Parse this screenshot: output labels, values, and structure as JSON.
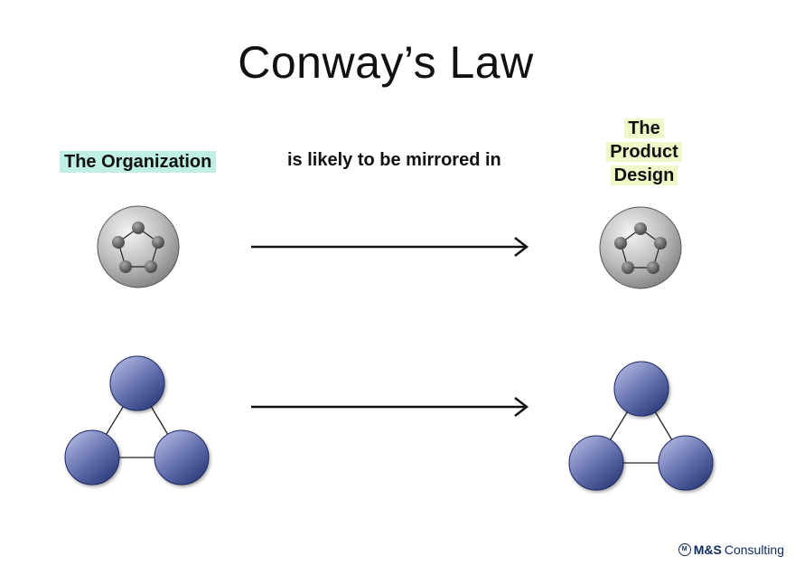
{
  "title": "Conway’s Law",
  "left_label": "The Organization",
  "middle_label": "is likely to be mirrored in",
  "right_label_lines": [
    "The",
    "Product",
    "Design"
  ],
  "brand": {
    "logo_text": "M",
    "name": "M&S",
    "rest": "Consulting"
  },
  "colors": {
    "org_highlight": "#bff0e3",
    "product_highlight": "#f2f7c9",
    "node_blue": "#3d4e8f",
    "brand": "#0f2b5b"
  }
}
